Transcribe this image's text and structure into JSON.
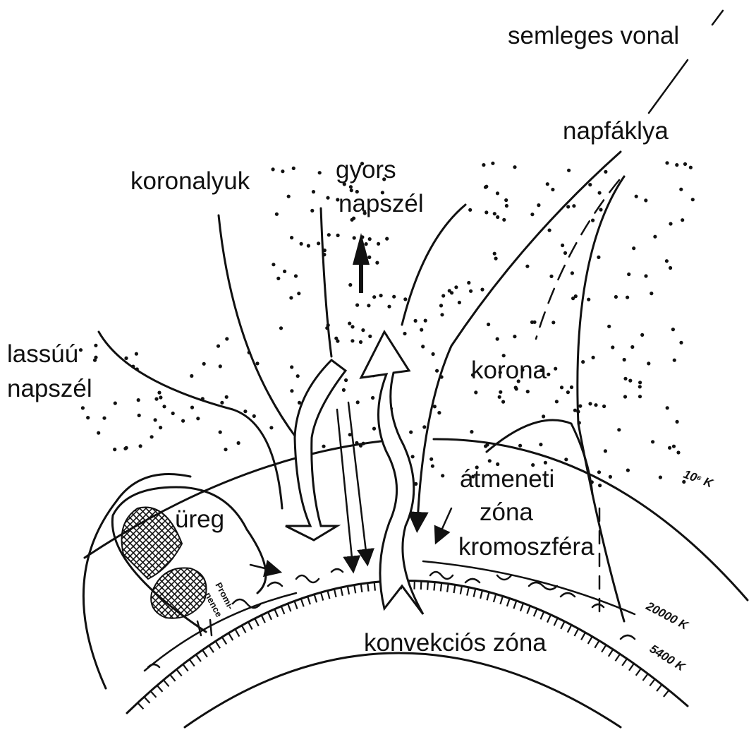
{
  "labels": {
    "neutral_line": "semleges vonal",
    "flare": "napfáklya",
    "coronal_hole": "koronalyuk",
    "fast_wind_1": "gyors",
    "fast_wind_2": "napszél",
    "slow_wind_1": "lassúú",
    "slow_wind_2": "napszél",
    "corona": "korona",
    "transition_1": "átmeneti",
    "transition_2": "zóna",
    "chromosphere": "kromoszféra",
    "cavity": "üreg",
    "prominence_1": "Promi-",
    "prominence_2": "nence",
    "convection_zone": "konvekciós zóna",
    "temp_corona": "10⁶ K",
    "temp_chromo": "20000 K",
    "temp_photo": "5400 K"
  },
  "colors": {
    "ink": "#111111",
    "background": "#ffffff"
  }
}
